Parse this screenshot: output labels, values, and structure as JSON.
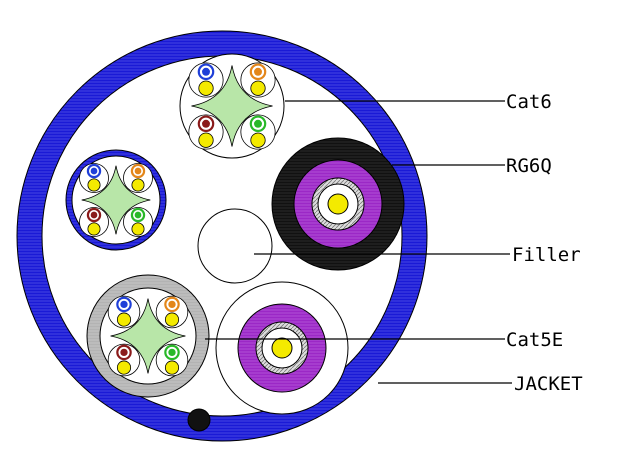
{
  "diagram": {
    "labels": {
      "cat6": "Cat6",
      "rg6q": "RG6Q",
      "filler": "Filler",
      "cat5e": "Cat5E",
      "jacket": "JACKET"
    },
    "colors": {
      "jacket": "#1a1ad6",
      "jacket_stripe": "#6f6ff0",
      "cat6_blue_jacket": "#1a1ad6",
      "cat5e_gray_jacket": "#b3b3b3",
      "coax_black_jacket": "#111111",
      "coax_purple": "#9b28c6",
      "coax_core": "#f4ea00",
      "pair_insulation": "#f4ea00",
      "cross_separator": "#b8e6a8",
      "wire_blue": "#1f3fd8",
      "wire_orange": "#e3861a",
      "wire_brown": "#8a1a1a",
      "wire_green": "#29b829",
      "ripcord": "#111111"
    },
    "pair_colors": [
      "blue",
      "orange",
      "brown",
      "green"
    ]
  }
}
